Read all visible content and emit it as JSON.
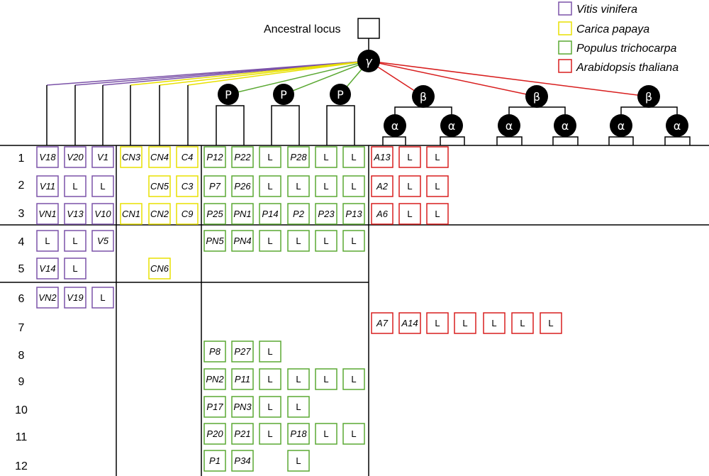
{
  "title": "Ancestral locus",
  "gamma_symbol": "γ",
  "p_symbol": "P",
  "beta_symbol": "β",
  "alpha_symbol": "α",
  "legend": [
    {
      "label": "Vitis vinifera",
      "color": "#7b52a8"
    },
    {
      "label": "Carica papaya",
      "color": "#e8e000"
    },
    {
      "label": "Populus trichocarpa",
      "color": "#5aa832"
    },
    {
      "label": "Arabidopsis thaliana",
      "color": "#d81e1e"
    }
  ],
  "row_numbers": [
    "1",
    "2",
    "3",
    "4",
    "5",
    "6",
    "7",
    "8",
    "9",
    "10",
    "11",
    "12"
  ],
  "cells": [
    {
      "row": 1,
      "col": 0,
      "text": "V18",
      "sp": 0
    },
    {
      "row": 1,
      "col": 1,
      "text": "V20",
      "sp": 0
    },
    {
      "row": 1,
      "col": 2,
      "text": "V1",
      "sp": 0
    },
    {
      "row": 1,
      "col": 3,
      "text": "CN3",
      "sp": 1
    },
    {
      "row": 1,
      "col": 4,
      "text": "CN4",
      "sp": 1
    },
    {
      "row": 1,
      "col": 5,
      "text": "C4",
      "sp": 1
    },
    {
      "row": 1,
      "col": 6,
      "text": "P12",
      "sp": 2
    },
    {
      "row": 1,
      "col": 7,
      "text": "P22",
      "sp": 2
    },
    {
      "row": 1,
      "col": 8,
      "text": "L",
      "sp": 2
    },
    {
      "row": 1,
      "col": 9,
      "text": "P28",
      "sp": 2
    },
    {
      "row": 1,
      "col": 10,
      "text": "L",
      "sp": 2
    },
    {
      "row": 1,
      "col": 11,
      "text": "L",
      "sp": 2
    },
    {
      "row": 1,
      "col": 12,
      "text": "A13",
      "sp": 3
    },
    {
      "row": 1,
      "col": 13,
      "text": "L",
      "sp": 3
    },
    {
      "row": 1,
      "col": 14,
      "text": "L",
      "sp": 3
    },
    {
      "row": 2,
      "col": 0,
      "text": "V11",
      "sp": 0
    },
    {
      "row": 2,
      "col": 1,
      "text": "L",
      "sp": 0
    },
    {
      "row": 2,
      "col": 2,
      "text": "L",
      "sp": 0
    },
    {
      "row": 2,
      "col": 4,
      "text": "CN5",
      "sp": 1
    },
    {
      "row": 2,
      "col": 5,
      "text": "C3",
      "sp": 1
    },
    {
      "row": 2,
      "col": 6,
      "text": "P7",
      "sp": 2
    },
    {
      "row": 2,
      "col": 7,
      "text": "P26",
      "sp": 2
    },
    {
      "row": 2,
      "col": 8,
      "text": "L",
      "sp": 2
    },
    {
      "row": 2,
      "col": 9,
      "text": "L",
      "sp": 2
    },
    {
      "row": 2,
      "col": 10,
      "text": "L",
      "sp": 2
    },
    {
      "row": 2,
      "col": 11,
      "text": "L",
      "sp": 2
    },
    {
      "row": 2,
      "col": 12,
      "text": "A2",
      "sp": 3
    },
    {
      "row": 2,
      "col": 13,
      "text": "L",
      "sp": 3
    },
    {
      "row": 2,
      "col": 14,
      "text": "L",
      "sp": 3
    },
    {
      "row": 3,
      "col": 0,
      "text": "VN1",
      "sp": 0
    },
    {
      "row": 3,
      "col": 1,
      "text": "V13",
      "sp": 0
    },
    {
      "row": 3,
      "col": 2,
      "text": "V10",
      "sp": 0
    },
    {
      "row": 3,
      "col": 3,
      "text": "CN1",
      "sp": 1
    },
    {
      "row": 3,
      "col": 4,
      "text": "CN2",
      "sp": 1
    },
    {
      "row": 3,
      "col": 5,
      "text": "C9",
      "sp": 1
    },
    {
      "row": 3,
      "col": 6,
      "text": "P25",
      "sp": 2
    },
    {
      "row": 3,
      "col": 7,
      "text": "PN1",
      "sp": 2
    },
    {
      "row": 3,
      "col": 8,
      "text": "P14",
      "sp": 2
    },
    {
      "row": 3,
      "col": 9,
      "text": "P2",
      "sp": 2
    },
    {
      "row": 3,
      "col": 10,
      "text": "P23",
      "sp": 2
    },
    {
      "row": 3,
      "col": 11,
      "text": "P13",
      "sp": 2
    },
    {
      "row": 3,
      "col": 12,
      "text": "A6",
      "sp": 3
    },
    {
      "row": 3,
      "col": 13,
      "text": "L",
      "sp": 3
    },
    {
      "row": 3,
      "col": 14,
      "text": "L",
      "sp": 3
    },
    {
      "row": 4,
      "col": 0,
      "text": "L",
      "sp": 0
    },
    {
      "row": 4,
      "col": 1,
      "text": "L",
      "sp": 0
    },
    {
      "row": 4,
      "col": 2,
      "text": "V5",
      "sp": 0
    },
    {
      "row": 4,
      "col": 6,
      "text": "PN5",
      "sp": 2
    },
    {
      "row": 4,
      "col": 7,
      "text": "PN4",
      "sp": 2
    },
    {
      "row": 4,
      "col": 8,
      "text": "L",
      "sp": 2
    },
    {
      "row": 4,
      "col": 9,
      "text": "L",
      "sp": 2
    },
    {
      "row": 4,
      "col": 10,
      "text": "L",
      "sp": 2
    },
    {
      "row": 4,
      "col": 11,
      "text": "L",
      "sp": 2
    },
    {
      "row": 5,
      "col": 0,
      "text": "V14",
      "sp": 0
    },
    {
      "row": 5,
      "col": 1,
      "text": "L",
      "sp": 0
    },
    {
      "row": 5,
      "col": 4,
      "text": "CN6",
      "sp": 1
    },
    {
      "row": 6,
      "col": 0,
      "text": "VN2",
      "sp": 0
    },
    {
      "row": 6,
      "col": 1,
      "text": "V19",
      "sp": 0
    },
    {
      "row": 6,
      "col": 2,
      "text": "L",
      "sp": 0
    },
    {
      "row": 7,
      "col": 12,
      "text": "A7",
      "sp": 3
    },
    {
      "row": 7,
      "col": 13,
      "text": "A14",
      "sp": 3
    },
    {
      "row": 7,
      "col": 14,
      "text": "L",
      "sp": 3
    },
    {
      "row": 7,
      "col": 15,
      "text": "L",
      "sp": 3
    },
    {
      "row": 7,
      "col": 16,
      "text": "L",
      "sp": 3
    },
    {
      "row": 7,
      "col": 17,
      "text": "L",
      "sp": 3
    },
    {
      "row": 7,
      "col": 18,
      "text": "L",
      "sp": 3
    },
    {
      "row": 8,
      "col": 6,
      "text": "P8",
      "sp": 2
    },
    {
      "row": 8,
      "col": 7,
      "text": "P27",
      "sp": 2
    },
    {
      "row": 8,
      "col": 8,
      "text": "L",
      "sp": 2
    },
    {
      "row": 9,
      "col": 6,
      "text": "PN2",
      "sp": 2
    },
    {
      "row": 9,
      "col": 7,
      "text": "P11",
      "sp": 2
    },
    {
      "row": 9,
      "col": 8,
      "text": "L",
      "sp": 2
    },
    {
      "row": 9,
      "col": 9,
      "text": "L",
      "sp": 2
    },
    {
      "row": 9,
      "col": 10,
      "text": "L",
      "sp": 2
    },
    {
      "row": 9,
      "col": 11,
      "text": "L",
      "sp": 2
    },
    {
      "row": 10,
      "col": 6,
      "text": "P17",
      "sp": 2
    },
    {
      "row": 10,
      "col": 7,
      "text": "PN3",
      "sp": 2
    },
    {
      "row": 10,
      "col": 8,
      "text": "L",
      "sp": 2
    },
    {
      "row": 10,
      "col": 9,
      "text": "L",
      "sp": 2
    },
    {
      "row": 11,
      "col": 6,
      "text": "P20",
      "sp": 2
    },
    {
      "row": 11,
      "col": 7,
      "text": "P21",
      "sp": 2
    },
    {
      "row": 11,
      "col": 8,
      "text": "L",
      "sp": 2
    },
    {
      "row": 11,
      "col": 9,
      "text": "P18",
      "sp": 2
    },
    {
      "row": 11,
      "col": 10,
      "text": "L",
      "sp": 2
    },
    {
      "row": 11,
      "col": 11,
      "text": "L",
      "sp": 2
    },
    {
      "row": 12,
      "col": 6,
      "text": "P1",
      "sp": 2
    },
    {
      "row": 12,
      "col": 7,
      "text": "P34",
      "sp": 2
    },
    {
      "row": 12,
      "col": 9,
      "text": "L",
      "sp": 2
    }
  ]
}
